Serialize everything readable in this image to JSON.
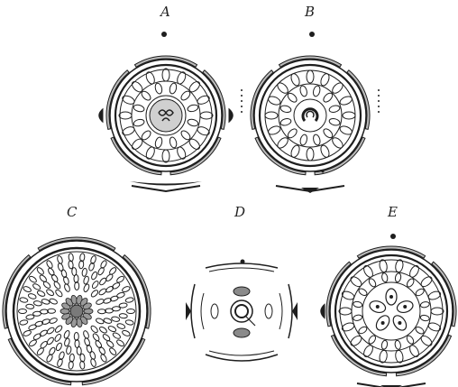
{
  "figure": {
    "panels": [
      {
        "id": "A",
        "label": "A"
      },
      {
        "id": "B",
        "label": "B"
      },
      {
        "id": "C",
        "label": "C"
      },
      {
        "id": "D",
        "label": "D"
      },
      {
        "id": "E",
        "label": "E"
      }
    ]
  },
  "style": {
    "ink": "#1e1e1e",
    "background": "#ffffff"
  }
}
